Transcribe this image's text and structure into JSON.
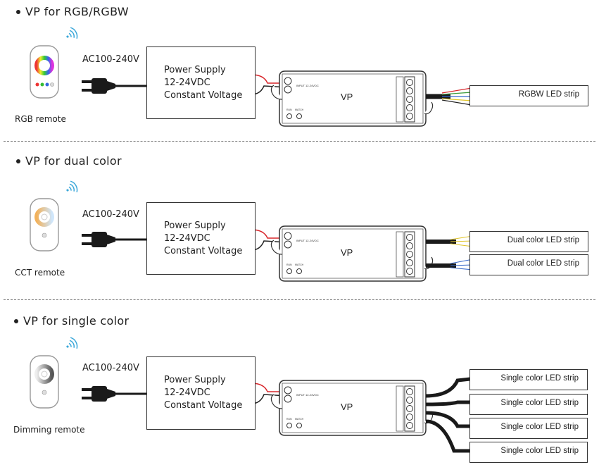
{
  "sections": [
    {
      "title": "VP for RGB/RGBW",
      "remote_label": "RGB remote",
      "ac_label": "AC100-240V",
      "power_supply": [
        "Power Supply",
        "12-24VDC",
        "Constant Voltage"
      ],
      "controller_label": "VP",
      "strips": [
        "RGBW LED strip"
      ]
    },
    {
      "title": "VP for dual color",
      "remote_label": "CCT remote",
      "ac_label": "AC100-240V",
      "power_supply": [
        "Power Supply",
        "12-24VDC",
        "Constant Voltage"
      ],
      "controller_label": "VP",
      "strips": [
        "Dual color LED strip",
        "Dual color LED strip"
      ]
    },
    {
      "title": "VP for single color",
      "remote_label": "Dimming remote",
      "ac_label": "AC100-240V",
      "power_supply": [
        "Power Supply",
        "12-24VDC",
        "Constant Voltage"
      ],
      "controller_label": "VP",
      "strips": [
        "Single color LED strip",
        "Single color LED strip",
        "Single color LED strip",
        "Single color LED strip"
      ]
    }
  ],
  "colors": {
    "red_wire": "#d8262b",
    "line": "#333333",
    "cable": "#1a1a1a"
  }
}
